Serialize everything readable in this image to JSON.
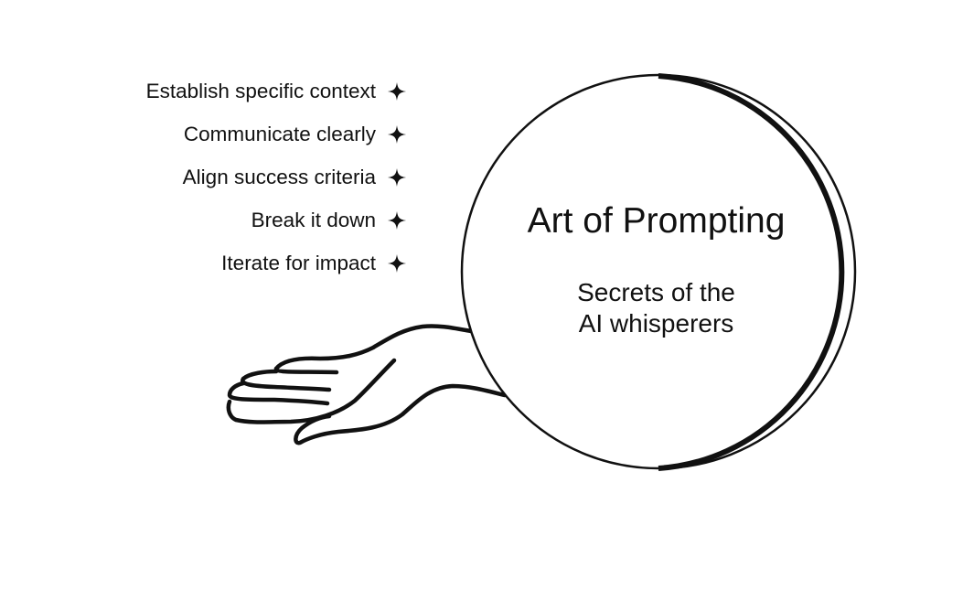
{
  "list": [
    {
      "label": "Establish specific context",
      "icon": "sparkle-icon"
    },
    {
      "label": "Communicate clearly",
      "icon": "sparkle-icon"
    },
    {
      "label": "Align success criteria",
      "icon": "sparkle-icon"
    },
    {
      "label": "Break it down",
      "icon": "sparkle-icon"
    },
    {
      "label": "Iterate for impact",
      "icon": "sparkle-icon"
    }
  ],
  "circle": {
    "title": "Art of Prompting",
    "subtitle_line1": "Secrets of the",
    "subtitle_line2": "AI whisperers"
  },
  "colors": {
    "ink": "#111111",
    "background": "#ffffff"
  },
  "illustration": {
    "icon": "open-hand-icon"
  }
}
